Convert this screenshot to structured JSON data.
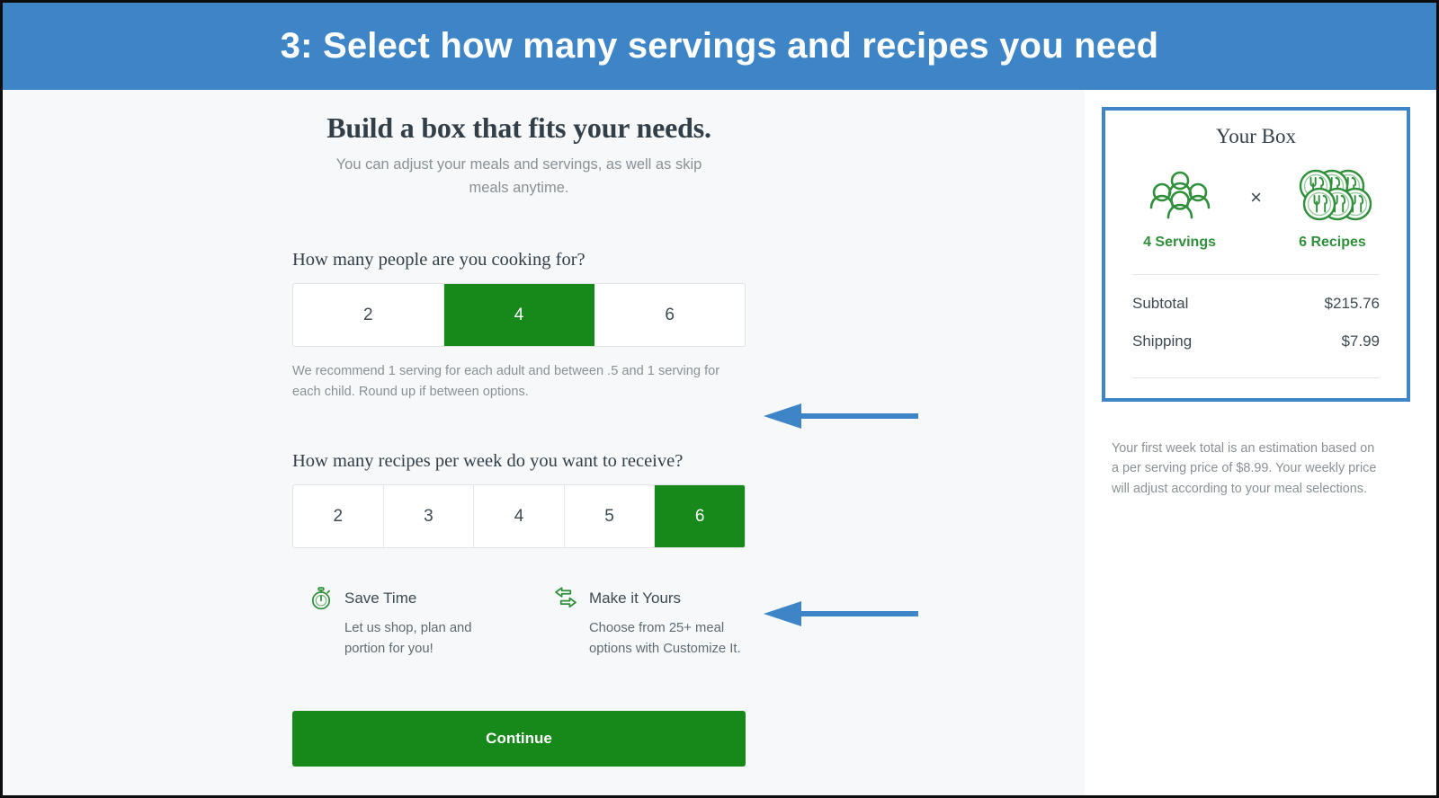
{
  "banner": {
    "title": "3: Select how many servings and recipes you need",
    "background_color": "#3d85c6",
    "text_color": "#ffffff"
  },
  "main": {
    "headline": "Build a box that fits your needs.",
    "subhead": "You can adjust your meals and servings, as well as skip meals anytime.",
    "servings": {
      "question": "How many people are you cooking for?",
      "options": [
        "2",
        "4",
        "6"
      ],
      "selected": "4",
      "helper": "We recommend 1 serving for each adult and between .5 and 1 serving for each child. Round up if between options."
    },
    "recipes": {
      "question": "How many recipes per week do you want to receive?",
      "options": [
        "2",
        "3",
        "4",
        "5",
        "6"
      ],
      "selected": "6"
    },
    "features": [
      {
        "icon": "stopwatch-icon",
        "title": "Save Time",
        "description": "Let us shop, plan and portion for you!"
      },
      {
        "icon": "swap-arrows-icon",
        "title": "Make it Yours",
        "description": "Choose from 25+ meal options with Customize It."
      }
    ],
    "continue_label": "Continue"
  },
  "your_box": {
    "title": "Your Box",
    "servings_label": "4 Servings",
    "recipes_label": "6 Recipes",
    "multiply_symbol": "×",
    "rows": [
      {
        "label": "Subtotal",
        "amount": "$215.76"
      },
      {
        "label": "Shipping",
        "amount": "$7.99"
      }
    ],
    "disclaimer": "Your first week total is an estimation based on a per serving price of $8.99. Your weekly price will adjust according to your meal selections.",
    "border_color": "#3d85c6",
    "accent_color": "#2f8f3a"
  },
  "annotations": {
    "arrow_servings": "arrow-pointing-to-servings-selector",
    "arrow_recipes": "arrow-pointing-to-recipes-selector",
    "color": "#3d85c6"
  },
  "theme": {
    "green": "#16891a",
    "blue": "#3d85c6",
    "page_background": "#f6f8f9"
  }
}
